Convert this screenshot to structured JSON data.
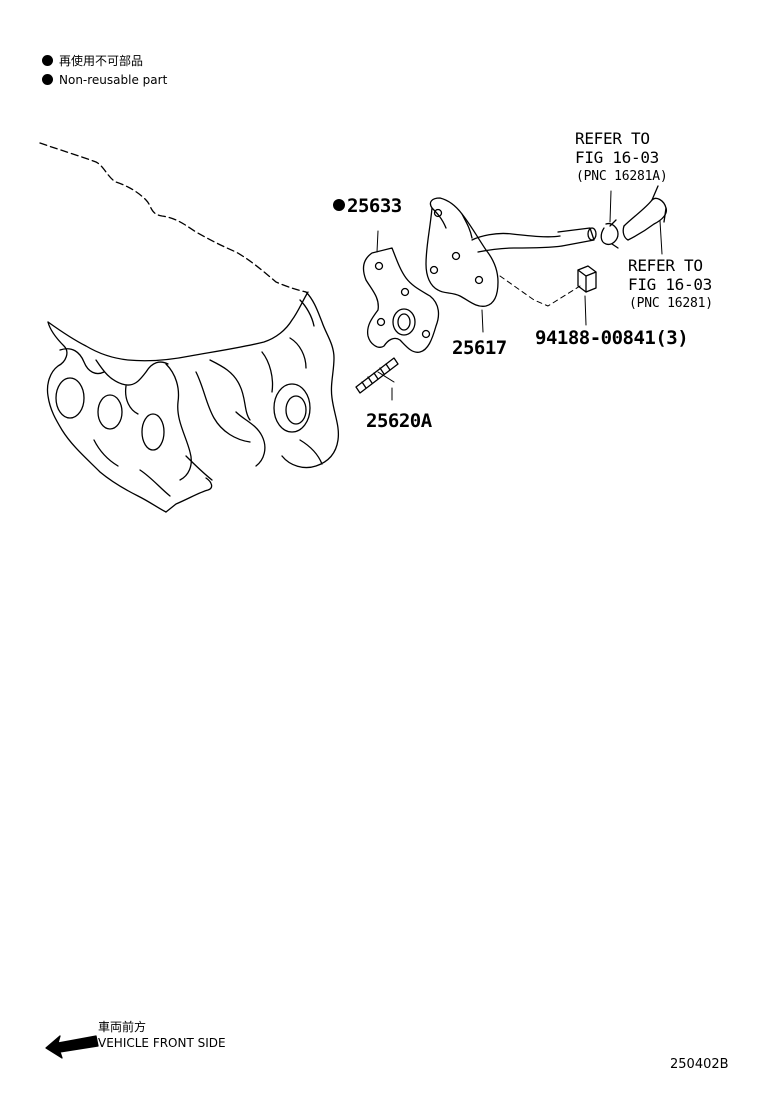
{
  "legend": {
    "jp": "再使用不可部品",
    "en": "Non-reusable part"
  },
  "callouts": {
    "gasket": "25633",
    "pipe": "25617",
    "stud": "25620A",
    "nut": "94188-00841(3)"
  },
  "refs": {
    "upper_line1": "REFER TO",
    "upper_line2": "FIG 16-03",
    "upper_line3": "(PNC 16281A)",
    "lower_line1": "REFER TO",
    "lower_line2": "FIG 16-03",
    "lower_line3": "(PNC 16281)"
  },
  "front": {
    "jp": "車両前方",
    "en": "VEHICLE FRONT SIDE"
  },
  "figure_code": "250402B"
}
